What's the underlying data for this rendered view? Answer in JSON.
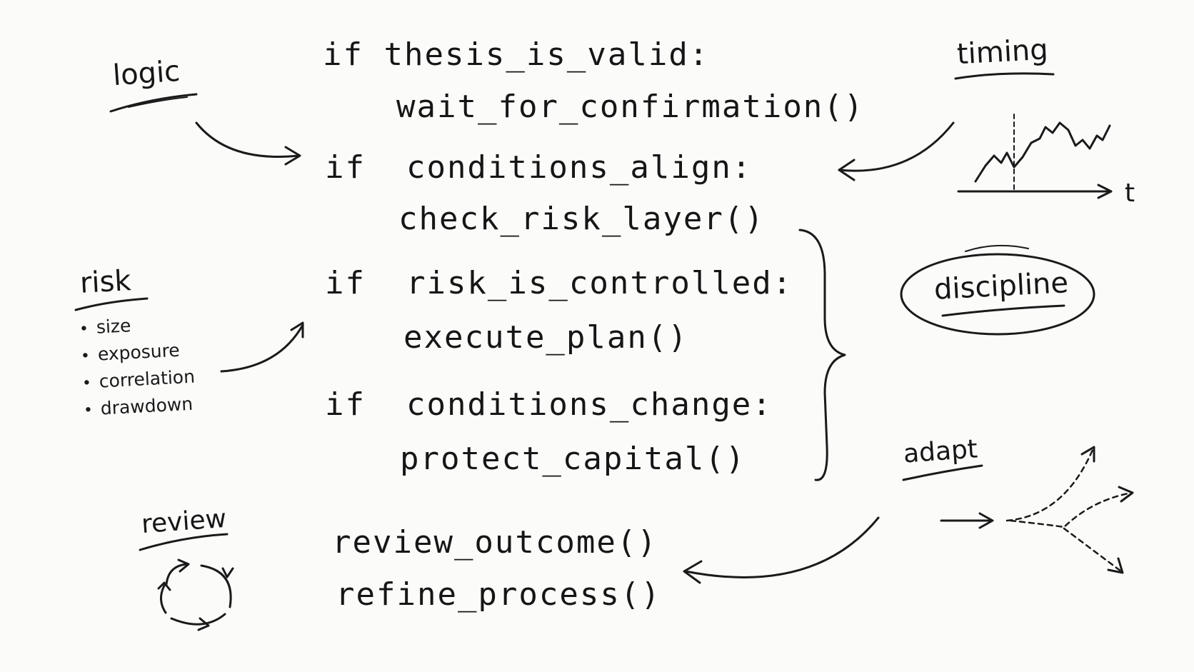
{
  "code_blocks": [
    {
      "condition": "if thesis_is_valid:",
      "action": "wait_for_confirmation()"
    },
    {
      "condition": "if  conditions_align:",
      "action": "check_risk_layer()"
    },
    {
      "condition": "if  risk_is_controlled:",
      "action": "execute_plan()"
    },
    {
      "condition": "if  conditions_change:",
      "action": "protect_capital()"
    }
  ],
  "closing_lines": [
    "review_outcome()",
    "refine_process()"
  ],
  "labels": {
    "logic": "logic",
    "timing": "timing",
    "risk": "risk",
    "discipline": "discipline",
    "adapt": "adapt",
    "review": "review",
    "time_axis": "t"
  },
  "risk_items": [
    "size",
    "exposure",
    "correlation",
    "drawdown"
  ],
  "ink_color": "#1a1a1a",
  "background_color": "#fbfbfa"
}
